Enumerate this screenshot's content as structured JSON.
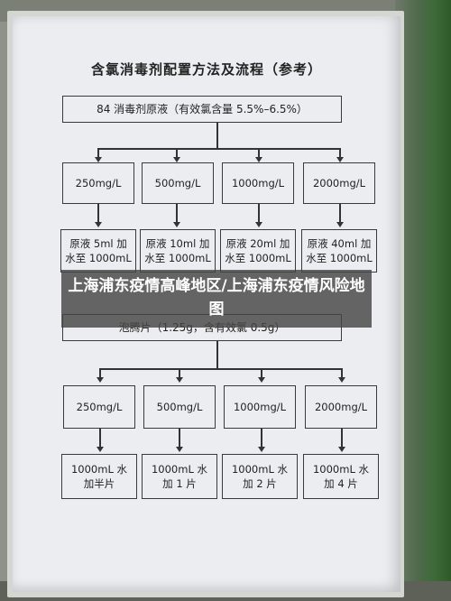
{
  "document": {
    "title": "含氯消毒剂配置方法及流程（参考）",
    "section1": {
      "source": "84 消毒剂原液（有效氯含量 5.5%–6.5%）",
      "concentrations": [
        "250mg/L",
        "500mg/L",
        "1000mg/L",
        "2000mg/L"
      ],
      "methods": [
        "原液 5ml 加水至 1000mL",
        "原液 10ml 加水至 1000mL",
        "原液 20ml 加水至 1000mL",
        "原液 40ml 加水至 1000mL"
      ]
    },
    "section2": {
      "source": "泡腾片（1.25g，含有效氯 0.5g）",
      "concentrations": [
        "250mg/L",
        "500mg/L",
        "1000mg/L",
        "2000mg/L"
      ],
      "methods": [
        "1000mL 水加半片",
        "1000mL 水加 1 片",
        "1000mL 水加 2 片",
        "1000mL 水加 4 片"
      ]
    }
  },
  "overlay": {
    "caption": "上海浦东疫情高峰地区/上海浦东疫情风险地图"
  }
}
